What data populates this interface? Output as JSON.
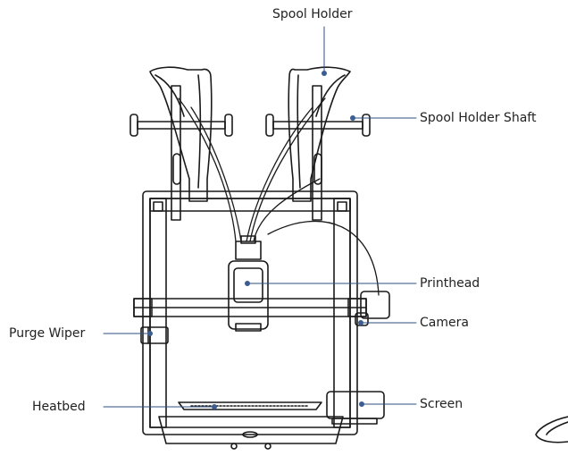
{
  "callouts": {
    "spool_holder": "Spool Holder",
    "spool_holder_shaft": "Spool Holder Shaft",
    "printhead": "Printhead",
    "camera": "Camera",
    "purge_wiper": "Purge Wiper",
    "heatbed": "Heatbed",
    "screen": "Screen"
  },
  "colors": {
    "line_art": "#1a1a1a",
    "leader_line": "#2f4f7f",
    "leader_dot": "#3b5d8f",
    "label_text": "#222222"
  }
}
